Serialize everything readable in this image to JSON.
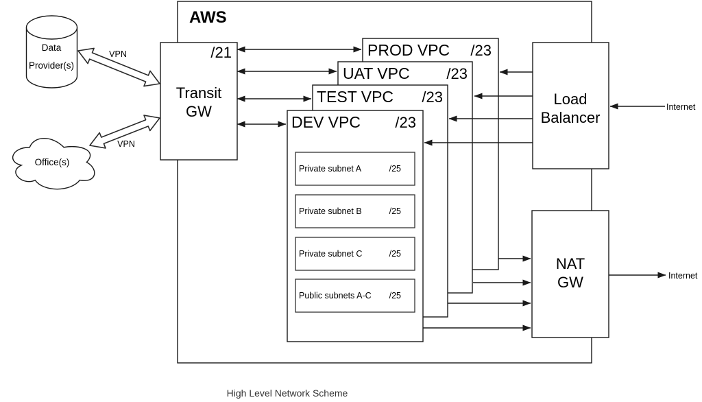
{
  "diagram": {
    "aws_label": "AWS",
    "caption": "High Level Network Scheme"
  },
  "external": {
    "data_provider": {
      "line1": "Data",
      "line2": "Provider(s)"
    },
    "office": {
      "label": "Office(s)"
    },
    "vpn_top": "VPN",
    "vpn_bottom": "VPN",
    "internet_in": "Internet",
    "internet_out": "Internet"
  },
  "nodes": {
    "transit_gw": {
      "line1": "Transit",
      "line2": "GW",
      "cidr": "/21"
    },
    "load_balancer": {
      "line1": "Load",
      "line2": "Balancer"
    },
    "nat_gw": {
      "line1": "NAT",
      "line2": "GW"
    }
  },
  "vpcs": [
    {
      "name": "PROD VPC",
      "cidr": "/23"
    },
    {
      "name": "UAT VPC",
      "cidr": "/23"
    },
    {
      "name": "TEST VPC",
      "cidr": "/23"
    },
    {
      "name": "DEV VPC",
      "cidr": "/23"
    }
  ],
  "subnets": [
    {
      "name": "Private subnet A",
      "cidr": "/25"
    },
    {
      "name": "Private subnet B",
      "cidr": "/25"
    },
    {
      "name": "Private subnet C",
      "cidr": "/25"
    },
    {
      "name": "Public subnets A-C",
      "cidr": "/25"
    }
  ],
  "colors": {
    "stroke": "#1a1a1a",
    "fill": "#ffffff",
    "text": "#000000"
  }
}
